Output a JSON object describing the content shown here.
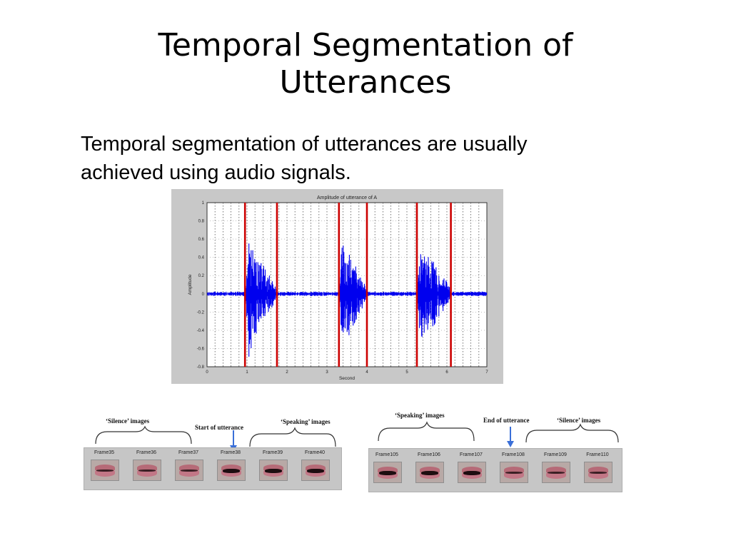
{
  "slide": {
    "title_line1": "Temporal Segmentation of",
    "title_line2": "Utterances",
    "body_line1": "Temporal segmentation of utterances are usually",
    "body_line2": "achieved using audio signals."
  },
  "figure": {
    "title": "Amplitude of utterance of A",
    "xlabel": "Second",
    "ylabel": "Amplitude",
    "x_ticks": [
      "0",
      "1",
      "2",
      "3",
      "4",
      "5",
      "6",
      "7"
    ],
    "y_ticks": [
      "1",
      "0.8",
      "0.6",
      "0.4",
      "0.2",
      "0",
      "-0.2",
      "-0.4",
      "-0.6",
      "-0.8"
    ],
    "colors": {
      "signal": "#0000ee",
      "boundary": "#cc0000",
      "grid": "#555555"
    }
  },
  "strip_left": {
    "label_silence": "‘Silence’ images",
    "label_start": "Start of utterance",
    "label_speaking": "‘Speaking’ images",
    "frames": [
      "Frame35",
      "Frame36",
      "Frame37",
      "Frame38",
      "Frame39",
      "Frame40"
    ]
  },
  "strip_right": {
    "label_speaking": "‘Speaking’ images",
    "label_end": "End of utterance",
    "label_silence": "‘Silence’ images",
    "frames": [
      "Frame105",
      "Frame106",
      "Frame107",
      "Frame108",
      "Frame109",
      "Frame110"
    ]
  }
}
